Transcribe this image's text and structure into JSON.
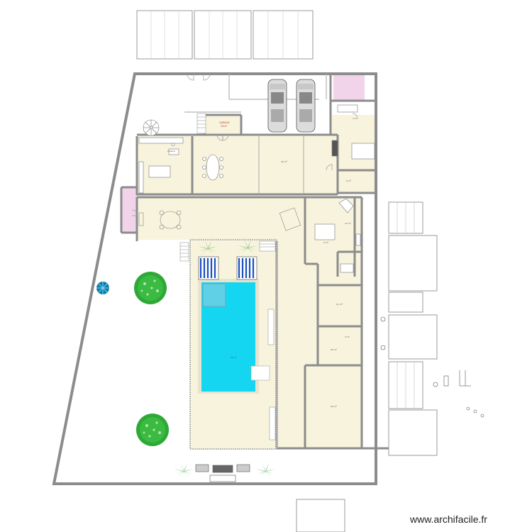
{
  "app": {
    "watermark": "www.archifacile.fr"
  },
  "labels": {
    "garage": "GARAGE",
    "garage_area": "25m²",
    "kitchen": "Cuisine",
    "living": "30 m²",
    "pool": "50 m²",
    "room_a": "12 m²",
    "room_b": "9 m²",
    "room_c": "11 m²",
    "room_d": "4 m²",
    "room_e": "20 m²",
    "room_f": "6 m²",
    "room_g": "25 m²"
  },
  "colors": {
    "wall": "#8c8c8c",
    "floor": "#f7f3dc",
    "pool_water": "#14d6f0",
    "pool_deck": "#e6e3cf",
    "bath_pink": "#f2d4ea",
    "tree_green": "#2ea836",
    "palm_green": "#1a8f2a",
    "lounger_blue": "#1a4fbf"
  },
  "icons": {
    "tree": "tree-icon",
    "palm": "palm-icon",
    "parasol": "parasol-icon",
    "car": "car-icon",
    "stairs": "spiral-stairs-icon",
    "lounger": "sun-lounger-icon"
  }
}
